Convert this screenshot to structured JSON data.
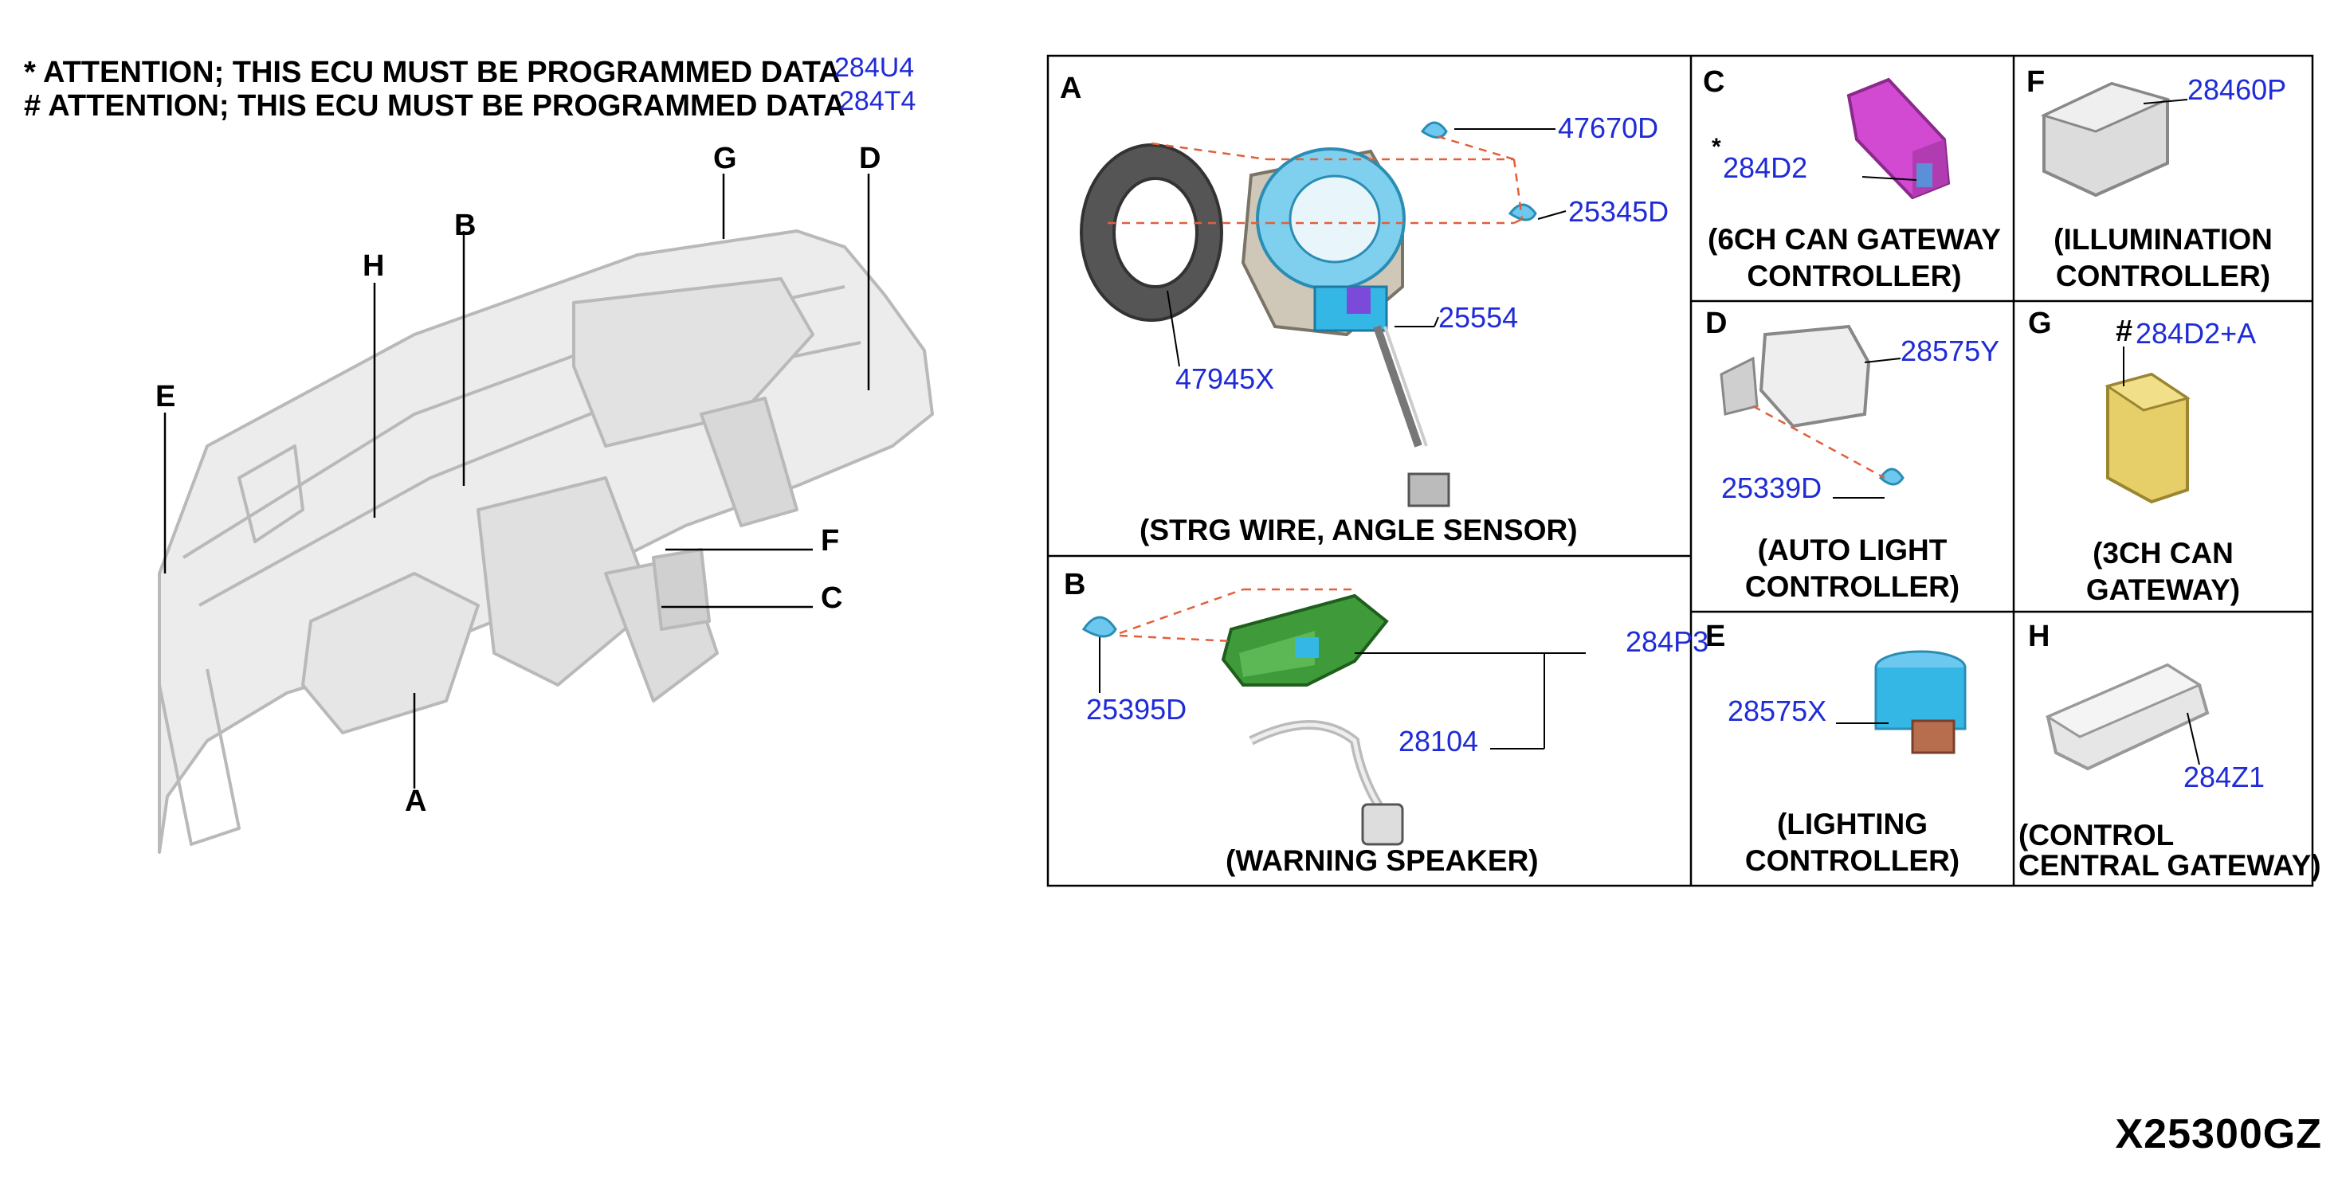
{
  "notes": [
    {
      "marker": "*",
      "text": "ATTENTION; THIS ECU MUST BE PROGRAMMED DATA",
      "code": "284U4"
    },
    {
      "marker": "#",
      "text": "ATTENTION; THIS ECU MUST BE PROGRAMMED DATA",
      "code": "284T4"
    }
  ],
  "overview_callouts": [
    "G",
    "D",
    "B",
    "H",
    "E",
    "F",
    "C",
    "A"
  ],
  "panels": {
    "A": {
      "letter": "A",
      "caption": "(STRG WIRE, ANGLE SENSOR)",
      "parts": [
        "47670D",
        "25345D",
        "25554",
        "47945X"
      ]
    },
    "B": {
      "letter": "B",
      "caption": "(WARNING SPEAKER)",
      "parts": [
        "284P3",
        "25395D",
        "28104"
      ]
    },
    "C": {
      "letter": "C",
      "caption_lines": [
        "(6CH CAN GATEWAY",
        "CONTROLLER)"
      ],
      "marker": "*",
      "parts": [
        "284D2"
      ]
    },
    "D": {
      "letter": "D",
      "caption_lines": [
        "(AUTO LIGHT",
        "CONTROLLER)"
      ],
      "parts": [
        "28575Y",
        "25339D"
      ]
    },
    "E": {
      "letter": "E",
      "caption_lines": [
        "(LIGHTING",
        "CONTROLLER)"
      ],
      "parts": [
        "28575X"
      ]
    },
    "F": {
      "letter": "F",
      "caption_lines": [
        "(ILLUMINATION",
        "CONTROLLER)"
      ],
      "parts": [
        "28460P"
      ]
    },
    "G": {
      "letter": "G",
      "caption_lines": [
        "(3CH CAN",
        "GATEWAY)"
      ],
      "marker": "#",
      "parts": [
        "284D2+A"
      ]
    },
    "H": {
      "letter": "H",
      "caption_lines": [
        "(CONTROL",
        "CENTRAL GATEWAY)"
      ],
      "parts": [
        "284Z1"
      ]
    }
  },
  "diagram_id": "X25300GZ",
  "colors": {
    "part_number": "#1f2bd6",
    "leader_dash": "#e0603a",
    "gateway_magenta": "#d24ad2",
    "speaker_green": "#3f9a3a",
    "sensor_cyan": "#35b7e6",
    "gateway_yellow": "#e6cf68",
    "connector_brown": "#b66e4f"
  }
}
